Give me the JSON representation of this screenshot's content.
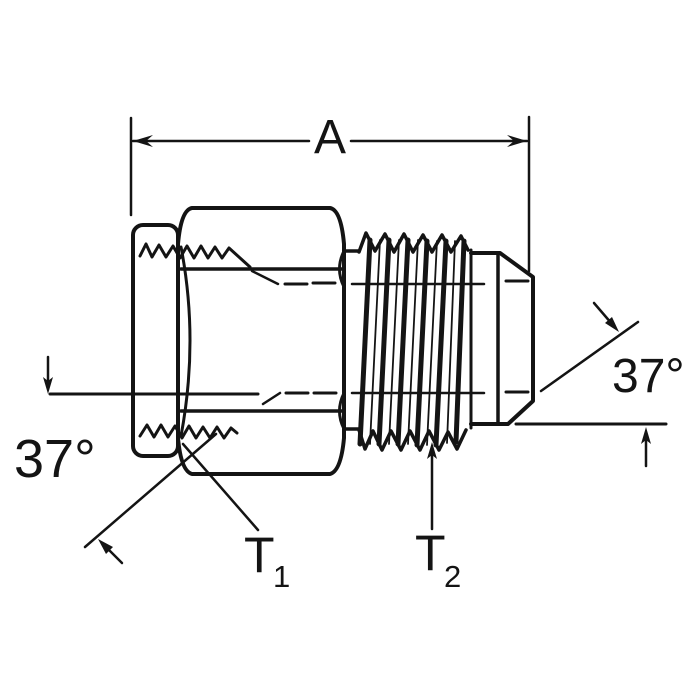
{
  "drawing": {
    "ink_color": "#141414",
    "paper_color": "#ffffff",
    "dimension_label": "A",
    "angle_left": "37°",
    "angle_right": "37°",
    "thread_callout_1": {
      "main": "T",
      "sub": "1"
    },
    "thread_callout_2": {
      "main": "T",
      "sub": "2"
    }
  }
}
